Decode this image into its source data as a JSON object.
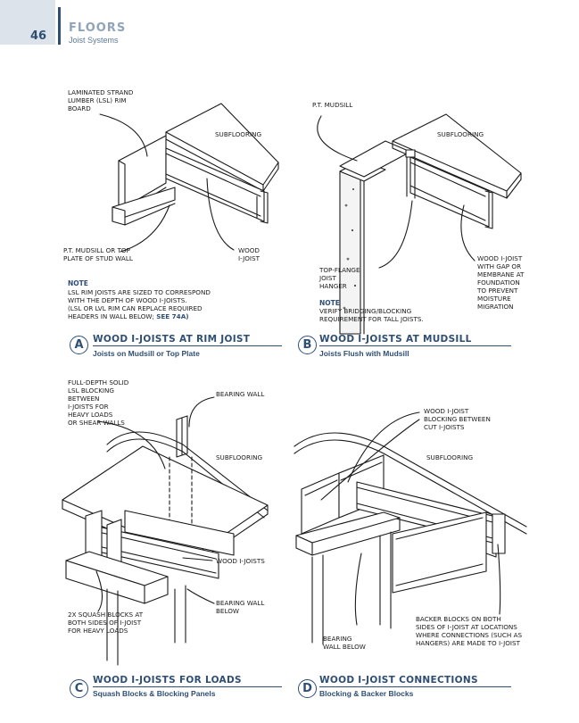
{
  "header": {
    "page_number": "46",
    "chapter": "FLOORS",
    "section": "Joist Systems"
  },
  "panelA": {
    "labels": {
      "lsl_rim": "LAMINATED STRAND\nLUMBER (LSL) RIM\nBOARD",
      "subflooring": "SUBFLOORING",
      "mudsill": "P.T. MUDSILL OR TOP\nPLATE OF STUD WALL",
      "wood_ijoist": "WOOD\nI-JOIST"
    },
    "note_head": "NOTE",
    "note_body": "LSL RIM JOISTS ARE SIZED TO CORRESPOND\nWITH THE DEPTH OF WOOD I-JOISTS.\n(LSL OR LVL RIM CAN REPLACE REQUIRED\nHEADERS IN WALL BELOW;",
    "note_ref": "SEE 74A)",
    "caption": {
      "letter": "A",
      "title": "WOOD I-JOISTS AT RIM JOIST",
      "subtitle": "Joists on Mudsill or Top Plate"
    }
  },
  "panelB": {
    "labels": {
      "mudsill": "P.T. MUDSILL",
      "subflooring": "SUBFLOORING",
      "hanger": "TOP-FLANGE\nJOIST\nHANGER",
      "gap": "WOOD I-JOIST\nWITH GAP OR\nMEMBRANE AT\nFOUNDATION\nTO PREVENT\nMOISTURE\nMIGRATION"
    },
    "note_head": "NOTE",
    "note_body": "VERIFY BRIDGING/BLOCKING\nREQUIREMENT FOR TALL JOISTS.",
    "caption": {
      "letter": "B",
      "title": "WOOD I-JOISTS AT MUDSILL",
      "subtitle": "Joists Flush with Mudsill"
    }
  },
  "panelC": {
    "labels": {
      "blocking": "FULL-DEPTH SOLID\nLSL BLOCKING\nBETWEEN\nI-JOISTS FOR\nHEAVY LOADS\nOR SHEAR WALLS",
      "bearing_wall": "BEARING WALL",
      "subflooring": "SUBFLOORING",
      "wood_ijoists": "WOOD I-JOISTS",
      "bearing_below": "BEARING WALL\nBELOW",
      "squash": "2X SQUASH BLOCKS AT\nBOTH SIDES OF I-JOIST\nFOR HEAVY LOADS"
    },
    "caption": {
      "letter": "C",
      "title": "WOOD I-JOISTS FOR LOADS",
      "subtitle": "Squash Blocks & Blocking Panels"
    }
  },
  "panelD": {
    "labels": {
      "blocking": "WOOD I-JOIST\nBLOCKING BETWEEN\nCUT I-JOISTS",
      "subflooring": "SUBFLOORING",
      "bearing_below": "BEARING\nWALL BELOW",
      "backer": "BACKER BLOCKS ON BOTH\nSIDES OF I-JOIST AT LOCATIONS\nWHERE CONNECTIONS (SUCH AS\nHANGERS) ARE MADE TO I-JOIST"
    },
    "caption": {
      "letter": "D",
      "title": "WOOD I-JOIST CONNECTIONS",
      "subtitle": "Blocking & Backer Blocks"
    }
  }
}
